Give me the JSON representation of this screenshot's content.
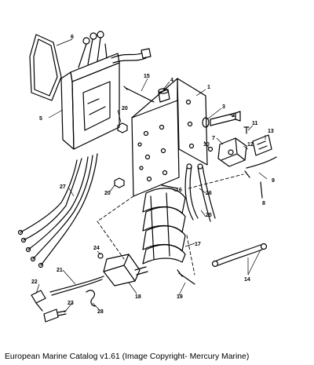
{
  "caption": "European Marine Catalog v1.61 (Image Copyright- Mercury Marine)",
  "callouts": [
    "1",
    "2",
    "3",
    "4",
    "5",
    "6",
    "7",
    "8",
    "9",
    "10",
    "11",
    "12",
    "13",
    "14",
    "15",
    "16",
    "17",
    "18",
    "19",
    "20",
    "20",
    "21",
    "22",
    "23",
    "24",
    "25",
    "26",
    "27",
    "28"
  ]
}
